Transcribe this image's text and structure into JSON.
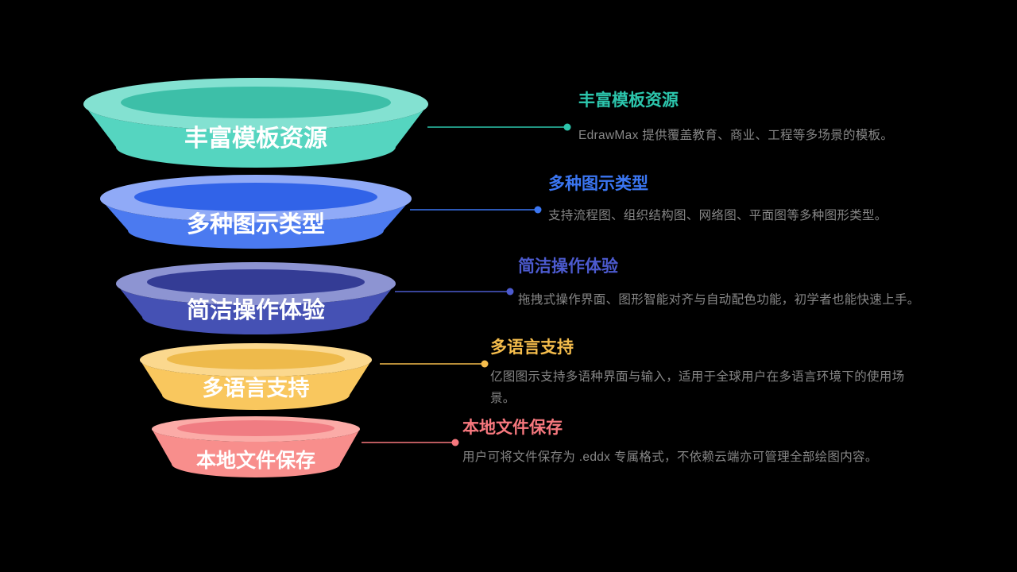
{
  "funnel": {
    "label_text_color": "#ffffff",
    "description_text_color": "#868686",
    "levels": [
      {
        "label": "丰富模板资源",
        "heading": "丰富模板资源",
        "description": "EdrawMax 提供覆盖教育、商业、工程等多场景的模板。",
        "body_color": "#55d5c0",
        "rim_color": "#83e1d1",
        "inner_color": "#3dbfa8",
        "accent_color": "#2cc5ac"
      },
      {
        "label": "多种图示类型",
        "heading": "多种图示类型",
        "description": "支持流程图、组织结构图、网络图、平面图等多种图形类型。",
        "body_color": "#4b7af0",
        "rim_color": "#90aaf7",
        "inner_color": "#3163e8",
        "accent_color": "#3b76f2"
      },
      {
        "label": "简洁操作体验",
        "heading": "简洁操作体验",
        "description": "拖拽式操作界面、图形智能对齐与自动配色功能，初学者也能快速上手。",
        "body_color": "#4551b4",
        "rim_color": "#8d94d2",
        "inner_color": "#343c95",
        "accent_color": "#4c5ace"
      },
      {
        "label": "多语言支持",
        "heading": "多语言支持",
        "description": "亿图图示支持多语种界面与输入，适用于全球用户在多语言环境下的使用场景。",
        "body_color": "#f9c75e",
        "rim_color": "#fbd88e",
        "inner_color": "#eeba4b",
        "accent_color": "#f5bd4c"
      },
      {
        "label": "本地文件保存",
        "heading": "本地文件保存",
        "description": "用户可将文件保存为 .eddx 专属格式，不依赖云端亦可管理全部绘图内容。",
        "body_color": "#f88e8c",
        "rim_color": "#fbaba7",
        "inner_color": "#f07c82",
        "accent_color": "#f7787e"
      }
    ]
  }
}
